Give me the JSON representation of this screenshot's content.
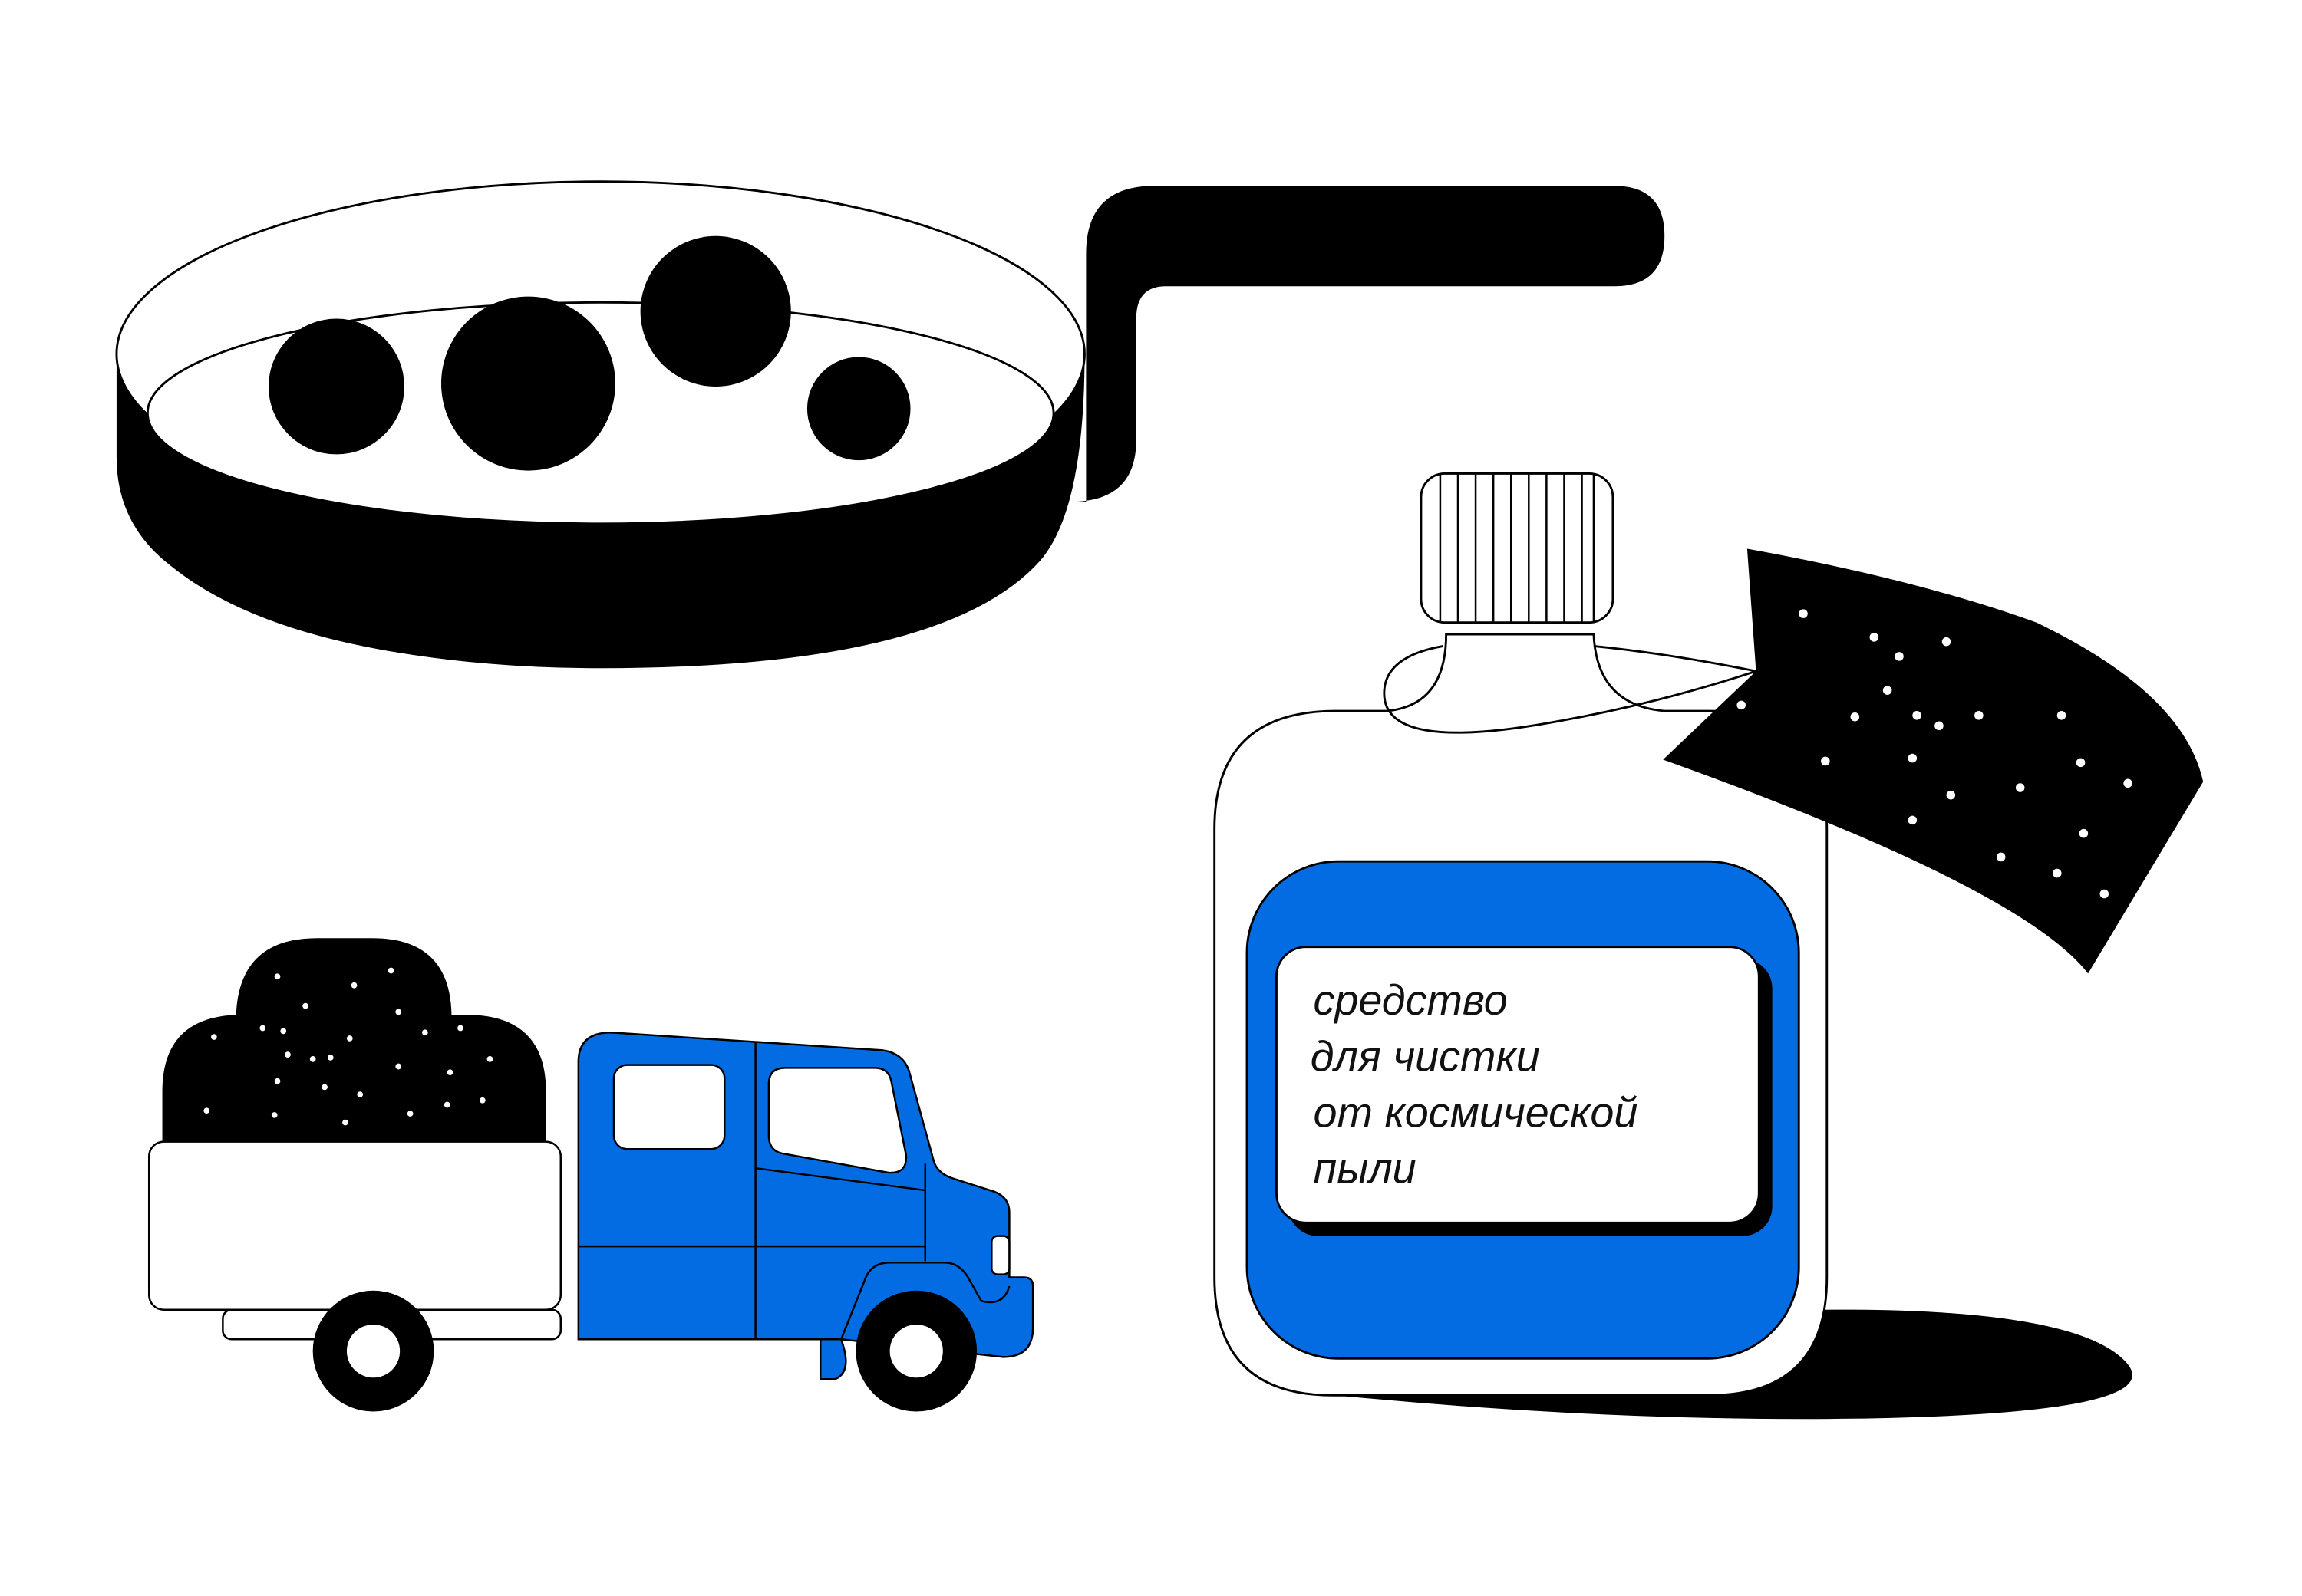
{
  "colors": {
    "blue": "#046ce3",
    "black": "#000000",
    "background": "#ffffff"
  },
  "bottle_label": {
    "lines": [
      "средство",
      "для чистки",
      "от космической",
      "пыли"
    ]
  }
}
